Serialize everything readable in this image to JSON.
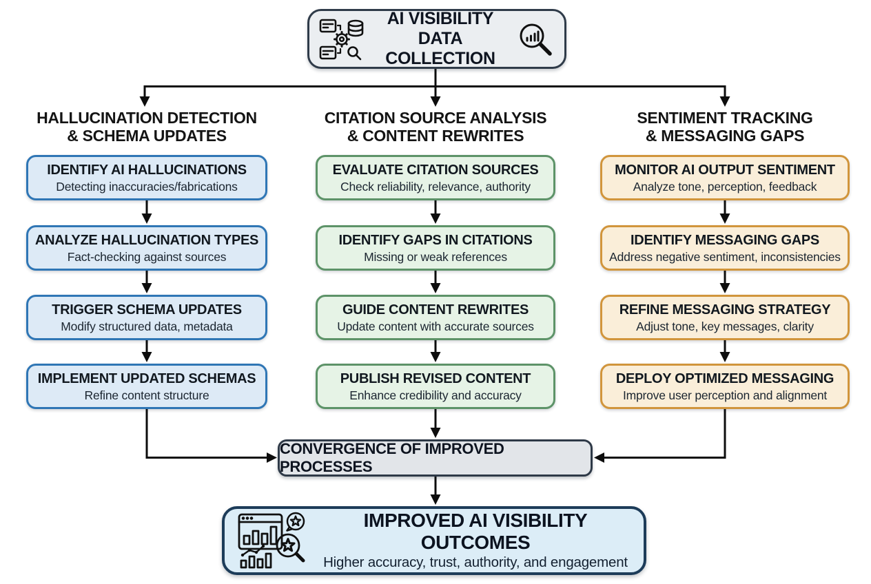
{
  "top": {
    "title_line1": "AI VISIBILITY",
    "title_line2": "DATA COLLECTION",
    "left_icon": "data-pipeline-icon",
    "right_icon": "magnifier-chart-icon"
  },
  "columns": [
    {
      "id": "hallucination-detection",
      "header_line1": "HALLUCINATION DETECTION",
      "header_line2": "& SCHEMA UPDATES",
      "accent_color": "#2f76b5",
      "fill_color": "#ddeaf6",
      "steps": [
        {
          "title": "IDENTIFY AI HALLUCINATIONS",
          "subtitle": "Detecting inaccuracies/fabrications"
        },
        {
          "title": "ANALYZE HALLUCINATION TYPES",
          "subtitle": "Fact-checking against sources"
        },
        {
          "title": "TRIGGER SCHEMA UPDATES",
          "subtitle": "Modify structured data, metadata"
        },
        {
          "title": "IMPLEMENT UPDATED SCHEMAS",
          "subtitle": "Refine content structure"
        }
      ]
    },
    {
      "id": "citation-analysis",
      "header_line1": "CITATION SOURCE ANALYSIS",
      "header_line2": "& CONTENT REWRITES",
      "accent_color": "#5d9368",
      "fill_color": "#e6f3e6",
      "steps": [
        {
          "title": "EVALUATE CITATION SOURCES",
          "subtitle": "Check reliability, relevance, authority"
        },
        {
          "title": "IDENTIFY GAPS IN CITATIONS",
          "subtitle": "Missing or weak references"
        },
        {
          "title": "GUIDE CONTENT REWRITES",
          "subtitle": "Update content with accurate sources"
        },
        {
          "title": "PUBLISH REVISED CONTENT",
          "subtitle": "Enhance credibility and accuracy"
        }
      ]
    },
    {
      "id": "sentiment-tracking",
      "header_line1": "SENTIMENT TRACKING",
      "header_line2": "& MESSAGING GAPS",
      "accent_color": "#d1953c",
      "fill_color": "#faeed9",
      "steps": [
        {
          "title": "MONITOR AI OUTPUT SENTIMENT",
          "subtitle": "Analyze tone, perception, feedback"
        },
        {
          "title": "IDENTIFY MESSAGING GAPS",
          "subtitle": "Address negative sentiment, inconsistencies"
        },
        {
          "title": "REFINE MESSAGING STRATEGY",
          "subtitle": "Adjust tone, key messages, clarity"
        },
        {
          "title": "DEPLOY OPTIMIZED MESSAGING",
          "subtitle": "Improve user perception and alignment"
        }
      ]
    }
  ],
  "convergence": {
    "label": "CONVERGENCE OF IMPROVED PROCESSES"
  },
  "outcome": {
    "title": "IMPROVED AI VISIBILITY OUTCOMES",
    "subtitle": "Higher accuracy, trust, authority, and engagement",
    "icon": "analytics-awards-icon"
  },
  "colors": {
    "arrow": "#0d0d0d",
    "neutral_border": "#2f3b49",
    "neutral_fill": "#e2e5e9",
    "top_fill": "#ebeef1",
    "outcome_border": "#1d3c59",
    "outcome_fill": "#dcedf7"
  }
}
